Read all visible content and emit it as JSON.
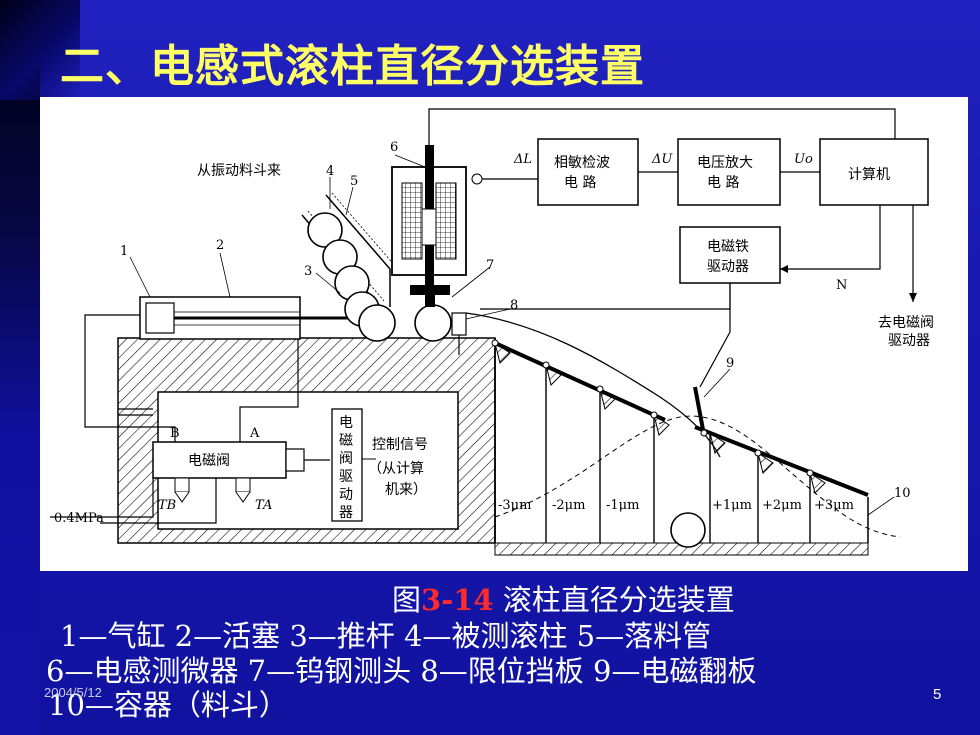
{
  "slide": {
    "title": "二、电感式滚柱直径分选装置",
    "date": "2004/5/12",
    "page": "5"
  },
  "caption": {
    "prefix": "图",
    "number": "3-14",
    "text": " 滚柱直径分选装置"
  },
  "legend": {
    "line1": "1—气缸   2—活塞    3—推杆      4—被测滚柱   5—落料管",
    "line2": "6—电感测微器  7—钨钢测头    8—限位挡板    9—电磁翻板",
    "line3": "10—容器（料斗）"
  },
  "diagram": {
    "source_label": "从振动料斗来",
    "pressure_label": "0.4MPa",
    "valve_label": "电磁阀",
    "port_b": "B",
    "port_a": "A",
    "tb": "TB",
    "ta": "TA",
    "driver_vertical": "电磁阀驱动器",
    "control_signal_1": "控制信号",
    "control_signal_2": "（从计算",
    "control_signal_3": "机来）",
    "delta_l": "ΔL",
    "delta_u": "ΔU",
    "uo": "Uo",
    "phase_detector_1": "相敏检波",
    "phase_detector_2": "电  路",
    "amplifier_1": "电压放大",
    "amplifier_2": "电  路",
    "computer": "计算机",
    "iron_driver_1": "电磁铁",
    "iron_driver_2": "驱动器",
    "n_label": "N",
    "to_valve_1": "去电磁阀",
    "to_valve_2": "驱动器",
    "n1": "1",
    "n2": "2",
    "n3": "3",
    "n4": "4",
    "n5": "5",
    "n6": "6",
    "n7": "7",
    "n8": "8",
    "n9": "9",
    "n10": "10",
    "bins": [
      "-3μm",
      "-2μm",
      "-1μm",
      "+1μm",
      "+2μm",
      "+3μm"
    ]
  },
  "colors": {
    "background": "#1414a8",
    "title": "#ffff66",
    "caption_number": "#ff2a2a"
  }
}
